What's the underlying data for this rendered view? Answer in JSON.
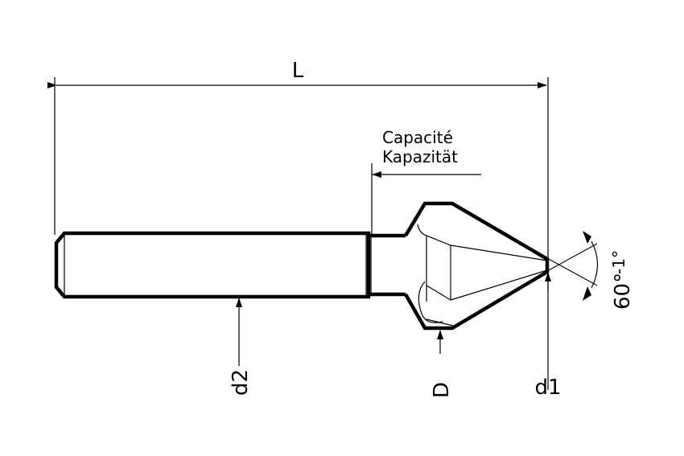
{
  "labels": {
    "length": "L",
    "capacity_fr": "Capacité",
    "capacity_de": "Kapazität",
    "angle": "60°",
    "angle_tolerance": "-1°",
    "shank_diameter": "d2",
    "cutting_diameter": "D",
    "tip_diameter": "d1"
  },
  "colors": {
    "line": "#000000",
    "background": "#ffffff"
  }
}
